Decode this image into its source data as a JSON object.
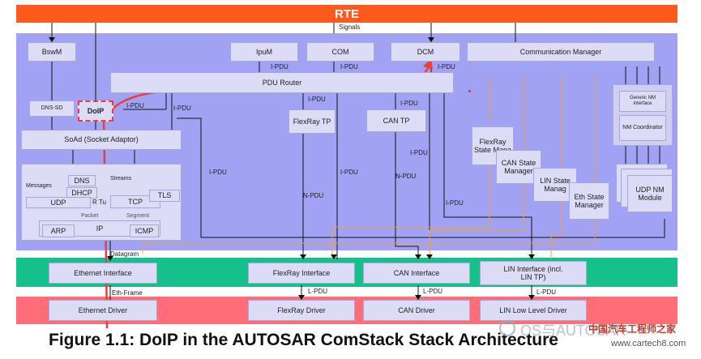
{
  "rte": {
    "label": "RTE",
    "signals": "Signals"
  },
  "blocks": {
    "bswm": "BswM",
    "ipum": "IpuM",
    "com": "COM",
    "dcm": "DCM",
    "comm": "Communication Manager",
    "pdu_router": "PDU Router",
    "dns_sd": "DNS-SD",
    "doip": "DoIP",
    "flexray_tp": "FlexRay TP",
    "can_tp": "CAN TP",
    "soad": "SoAd (Socket Adaptor)",
    "fr_sm": "FlexRay State Mana",
    "can_sm": "CAN State Manager",
    "lin_sm": "LIN State Manag",
    "eth_sm": "Eth State Manager",
    "generic_nm": "Generic NM interface",
    "nm_coord": "NM Coordinator",
    "udp_nm": "UDP NM Module"
  },
  "tcpip": {
    "messages": "Messages",
    "dns": "DNS",
    "dhcp": "DHCP",
    "udp": "UDP",
    "tu": "R Tu",
    "streams": "Streams",
    "tcp": "TCP",
    "tls": "TLS",
    "packet": "Packet",
    "segment": "Segment",
    "arp": "ARP",
    "ip": "IP",
    "icmp": "ICMP"
  },
  "labels": {
    "ipdu": "I-PDU",
    "npdu": "N-PDU",
    "lpdu": "L-PDU",
    "datagram": "Datagram",
    "eth_frame": "Eth-Frame"
  },
  "interfaces": {
    "eth": "Ethernet Interface",
    "fr": "FlexRay Interface",
    "can": "CAN Interface",
    "lin": "LIN Interface (incl. LIN TP)"
  },
  "drivers": {
    "eth": "Ethernet Driver",
    "fr": "FlexRay Driver",
    "can": "CAN Driver",
    "lin": "LIN Low Level Driver"
  },
  "caption": "Figure 1.1: DoIP in the AUTOSAR ComStack Stack Architecture",
  "watermark": "OS与AUTOSAR",
  "logo_text": "中国汽车工程师之家",
  "site": "www.cartech8.com",
  "colors": {
    "rte": "#ff5a1e",
    "bsw": "#a2a2f4",
    "interface": "#16c08a",
    "driver": "#ff6e78",
    "box": "#dcdcf6",
    "highlight": "#e8403c"
  }
}
